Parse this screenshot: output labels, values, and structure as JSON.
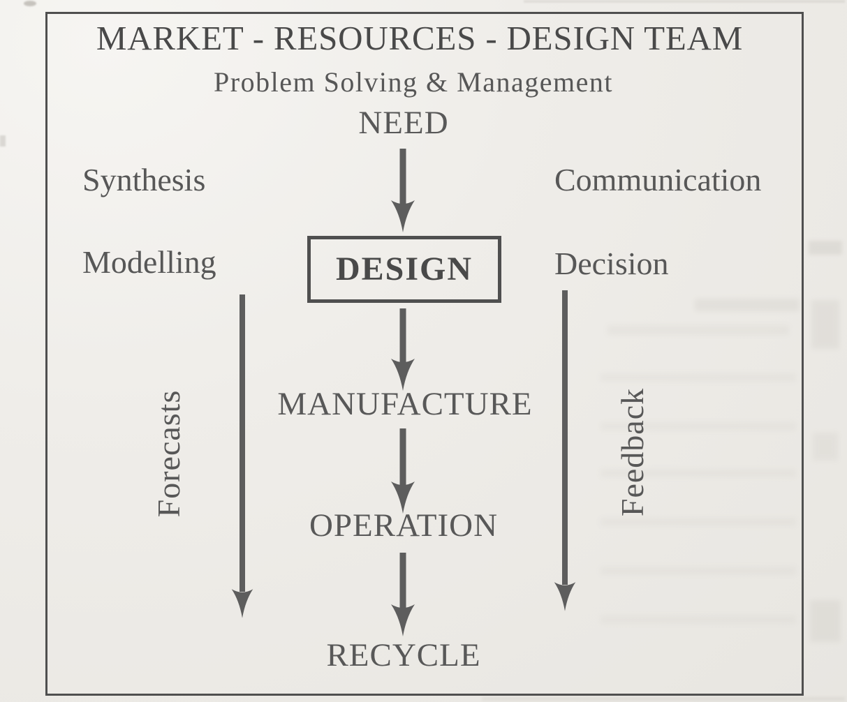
{
  "title": "MARKET - RESOURCES - DESIGN TEAM",
  "subtitle": "Problem Solving & Management",
  "nodes": {
    "need": "NEED",
    "design": "DESIGN",
    "manufacture": "MANUFACTURE",
    "operation": "OPERATION",
    "recycle": "RECYCLE"
  },
  "side_labels": {
    "synthesis": "Synthesis",
    "communication": "Communication",
    "modelling": "Modelling",
    "decision": "Decision"
  },
  "flow_labels": {
    "left": "Forecasts",
    "right": "Feedback"
  },
  "colors": {
    "ink": "#545454",
    "ink_dark": "#494949",
    "arrow": "#5d5d5d",
    "frame": "#4f4f4f",
    "paper": "#eceae6",
    "paper_bright": "#f6f5f2"
  }
}
